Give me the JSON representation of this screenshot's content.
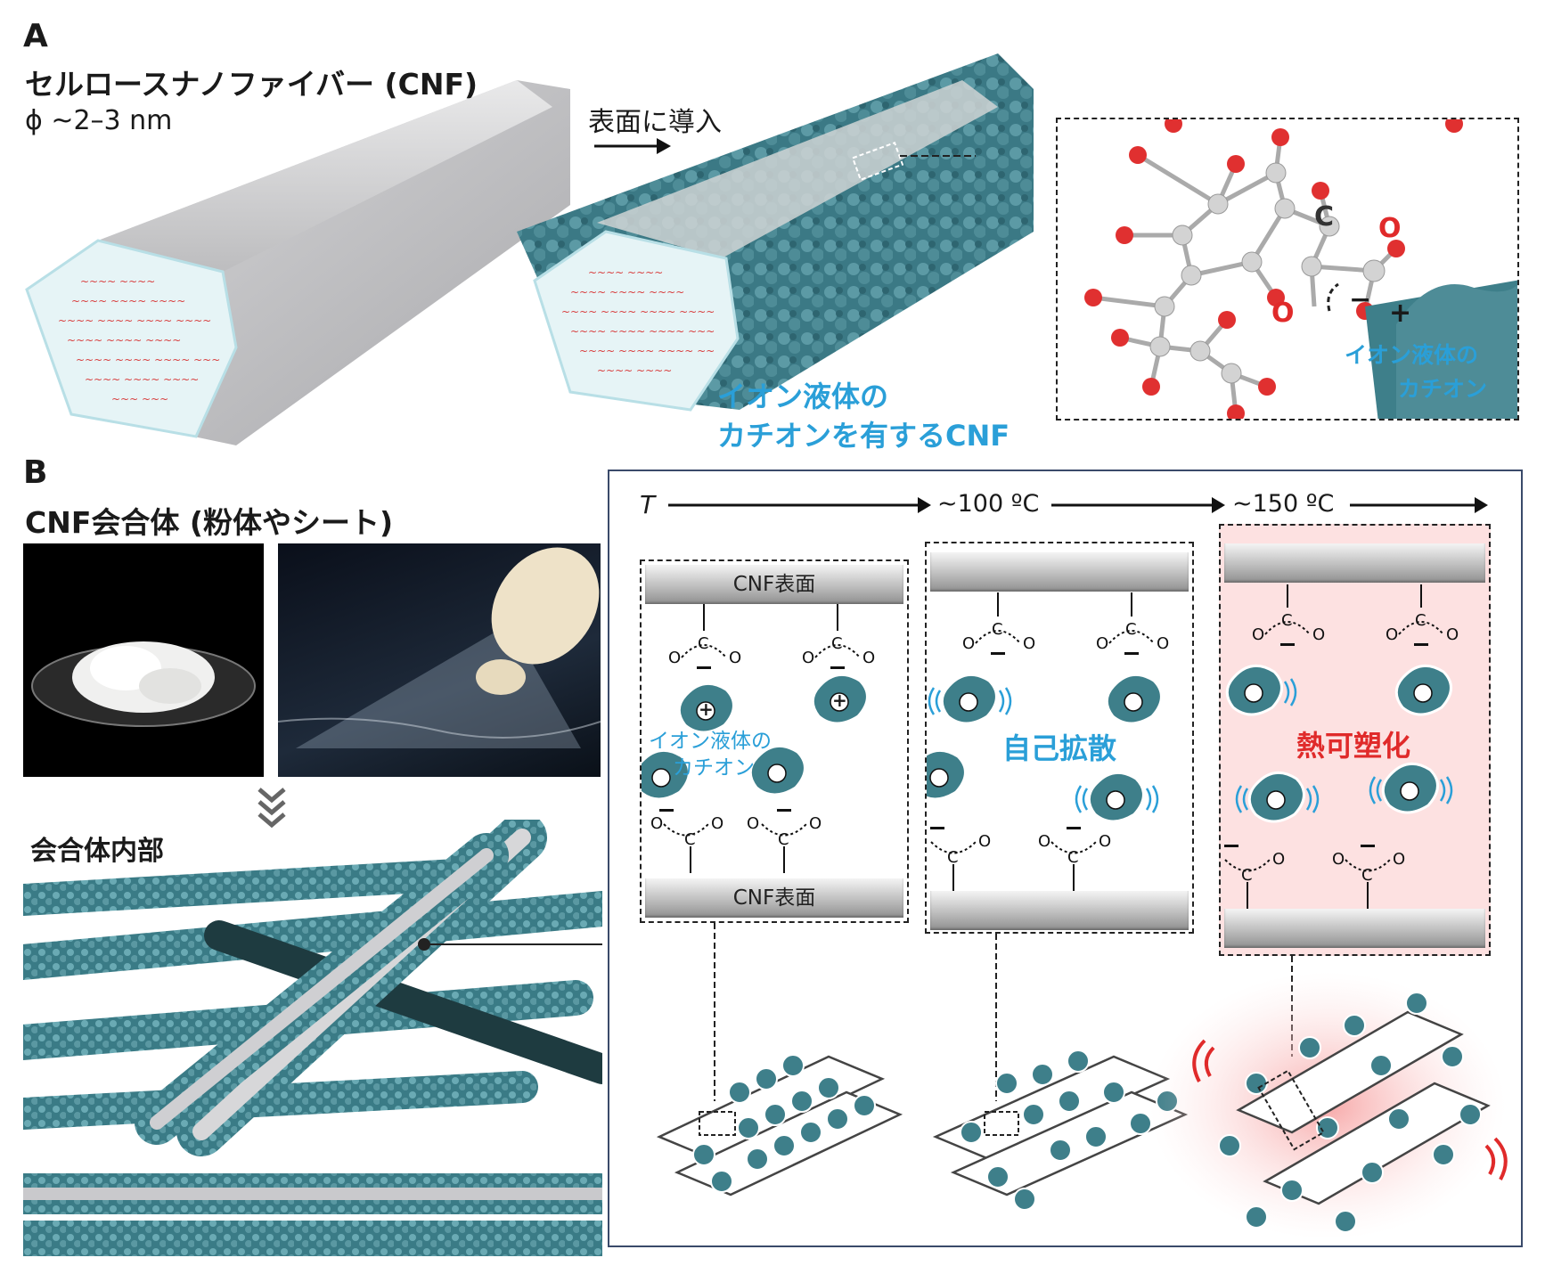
{
  "panel_a": {
    "letter": "A",
    "cnf_title": "セルロースナノファイバー (CNF)",
    "diameter": "ϕ ~2–3 nm",
    "arrow_label": "表面に導入",
    "modified_caption_line1": "イオン液体の",
    "modified_caption_line2": "カチオンを有するCNF",
    "inset": {
      "atom_c": "C",
      "atom_o1": "O",
      "atom_o2": "O",
      "minus": "−",
      "plus": "+",
      "cation_line1": "イオン液体の",
      "cation_line2": "カチオン"
    }
  },
  "panel_b": {
    "letter": "B",
    "aggregate_title": "CNF会合体 (粉体やシート)",
    "interior_title": "会合体内部",
    "axis_t": "T",
    "temp1": "~100 ºC",
    "temp2": "~150 ºC",
    "surface_label_top": "CNF表面",
    "surface_label_bottom": "CNF表面",
    "cation_label_line1": "イオン液体の",
    "cation_label_line2": "カチオン",
    "state2_label": "自己拡散",
    "state3_label": "熱可塑化",
    "plus": "+",
    "minus": "−",
    "atom_c": "C",
    "atom_o": "O"
  },
  "colors": {
    "teal": "#3e7f8a",
    "teal_dark": "#2a5f69",
    "blue_text": "#2a9fd8",
    "red_text": "#e02a2a",
    "pink_bg": "#fde1e1",
    "oxygen": "#e03030"
  }
}
